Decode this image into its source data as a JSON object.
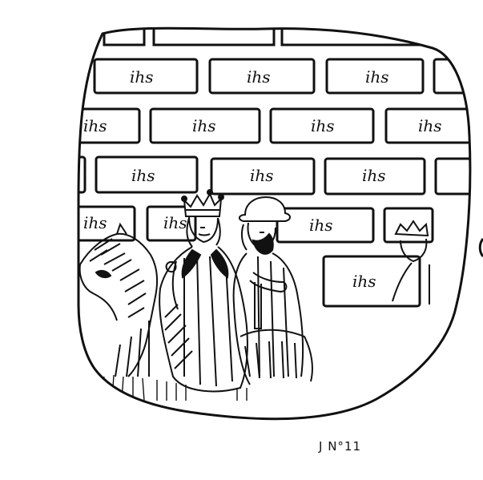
{
  "plate": {
    "label": "J  N°11",
    "brick_inscriptions": [
      "ihs",
      "ihs",
      "ihs",
      "ihs",
      "ihs",
      "ihs",
      "ihs",
      "ihs",
      "ihs",
      "ihs",
      "ihs",
      "ihs",
      "ihs",
      "ihs"
    ],
    "ink_color": "#111111",
    "paper_color": "#ffffff"
  }
}
